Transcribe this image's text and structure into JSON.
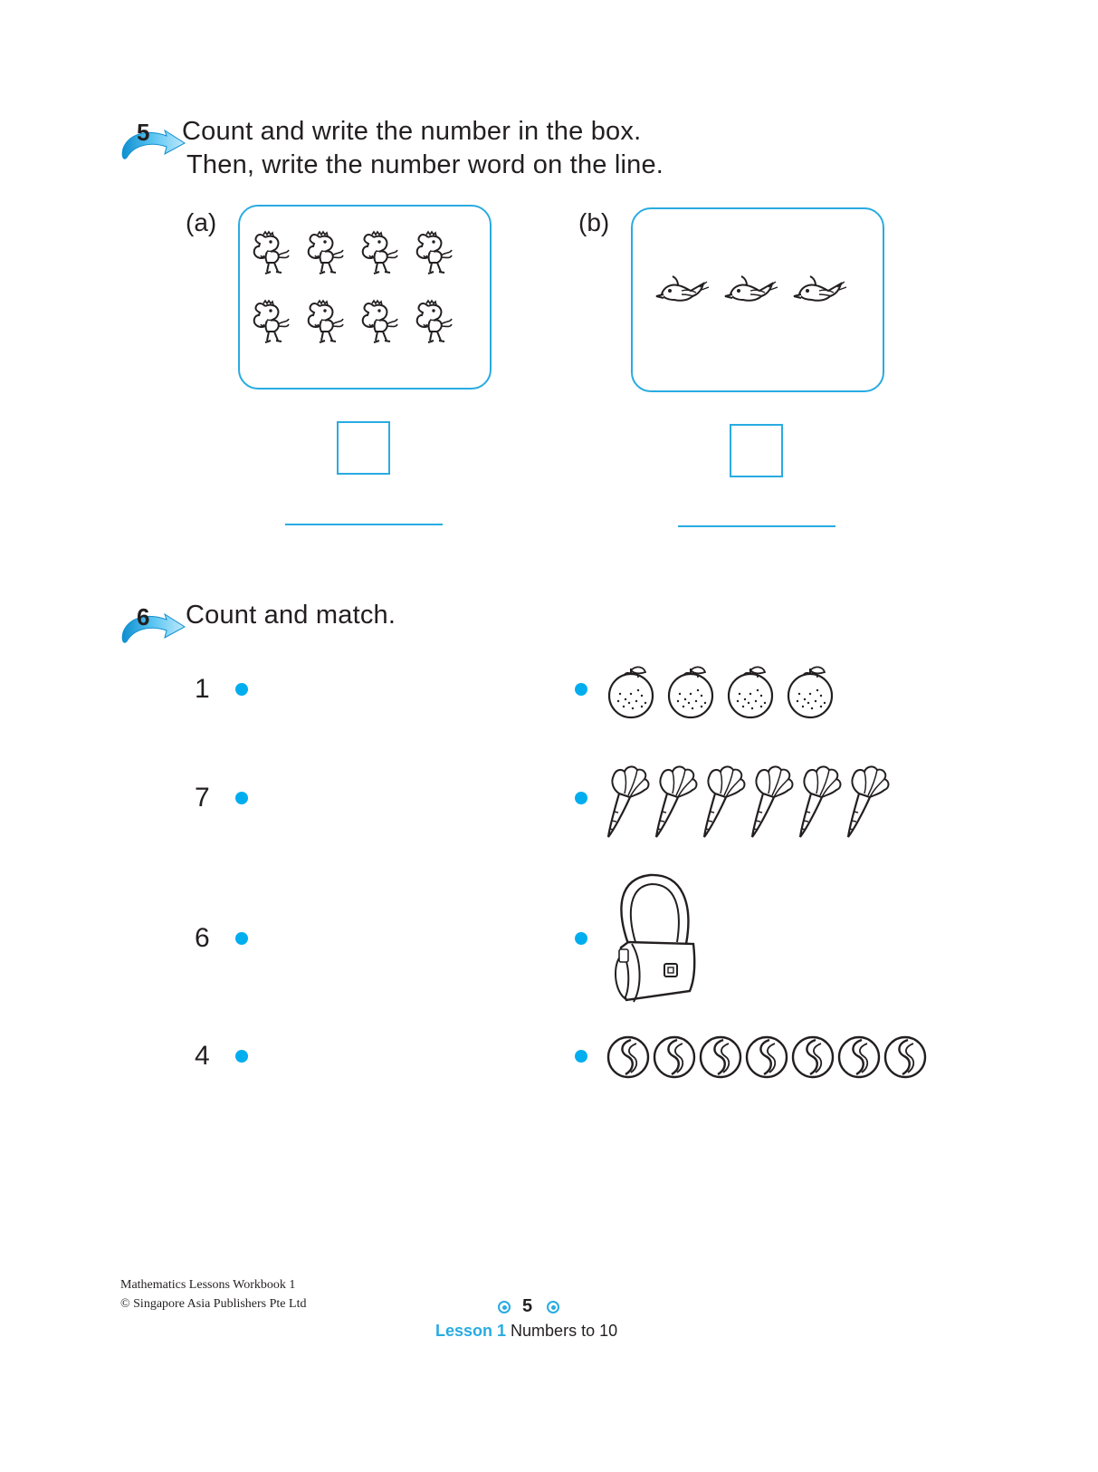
{
  "q5": {
    "number": "5",
    "line1": "Count and write the number in the box.",
    "line2": "Then, write the number word on the line.",
    "parts": [
      {
        "label": "(a)",
        "picture": "horse-icon",
        "count_shown": 8
      },
      {
        "label": "(b)",
        "picture": "bird-icon",
        "count_shown": 3
      }
    ]
  },
  "q6": {
    "number": "6",
    "instruction": "Count and match.",
    "left_numbers": [
      "1",
      "7",
      "6",
      "4"
    ],
    "right_groups": [
      {
        "picture": "orange-icon",
        "count": 4
      },
      {
        "picture": "carrot-icon",
        "count": 6
      },
      {
        "picture": "bag-icon",
        "count": 1
      },
      {
        "picture": "marble-icon",
        "count": 7
      }
    ]
  },
  "footer": {
    "book": "Mathematics Lessons Workbook 1",
    "copyright": "© Singapore Asia Publishers Pte Ltd",
    "page": "5",
    "lesson_label": "Lesson 1",
    "lesson_title": "Numbers to 10"
  },
  "colors": {
    "accent": "#29abe2",
    "dot": "#00aeef",
    "text": "#231f20"
  }
}
